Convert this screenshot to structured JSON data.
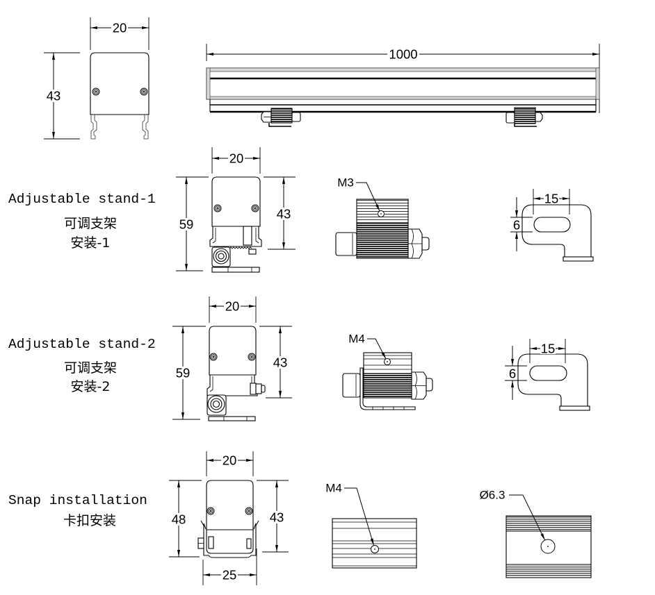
{
  "colors": {
    "line": "#000000",
    "background": "#ffffff",
    "secondary_line": "#666666"
  },
  "top_views": {
    "end_view": {
      "width_dim": "20",
      "height_dim": "43"
    },
    "side_view": {
      "length_dim": "1000"
    }
  },
  "installations": [
    {
      "title_en": "Adjustable stand-1",
      "title_cn": "可调支架",
      "subtitle_cn": "安装-1",
      "front_view": {
        "width_dim": "20",
        "overall_height_dim": "59",
        "body_height_dim": "43"
      },
      "side_view": {
        "thread_callout": "M3"
      },
      "bracket_view": {
        "slot_length_dim": "15",
        "slot_width_dim": "6"
      }
    },
    {
      "title_en": "Adjustable stand-2",
      "title_cn": "可调支架",
      "subtitle_cn": "安装-2",
      "front_view": {
        "width_dim": "20",
        "overall_height_dim": "59",
        "body_height_dim": "43"
      },
      "side_view": {
        "thread_callout": "M4"
      },
      "bracket_view": {
        "slot_length_dim": "15",
        "slot_width_dim": "6"
      }
    },
    {
      "title_en": "Snap installation",
      "title_cn": "卡扣安装",
      "front_view": {
        "width_dim": "20",
        "overall_height_dim": "48",
        "body_height_dim": "43",
        "clip_width_dim": "25"
      },
      "side_view": {
        "thread_callout": "M4"
      },
      "clip_view": {
        "hole_callout": "Ø6.3"
      }
    }
  ]
}
